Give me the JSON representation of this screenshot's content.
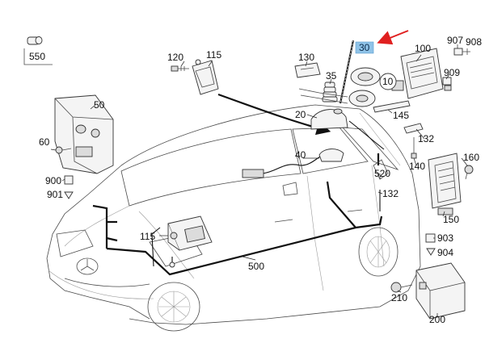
{
  "diagram": {
    "callouts": [
      {
        "id": "550",
        "label": "550"
      },
      {
        "id": "120",
        "label": "120"
      },
      {
        "id": "115a",
        "label": "115"
      },
      {
        "id": "130",
        "label": "130"
      },
      {
        "id": "35",
        "label": "35"
      },
      {
        "id": "30",
        "label": "30",
        "highlighted": true
      },
      {
        "id": "100",
        "label": "100"
      },
      {
        "id": "907",
        "label": "907"
      },
      {
        "id": "908",
        "label": "908"
      },
      {
        "id": "909",
        "label": "909"
      },
      {
        "id": "10",
        "label": "10"
      },
      {
        "id": "50",
        "label": "50"
      },
      {
        "id": "20",
        "label": "20"
      },
      {
        "id": "145",
        "label": "145"
      },
      {
        "id": "132a",
        "label": "132"
      },
      {
        "id": "60",
        "label": "60"
      },
      {
        "id": "40",
        "label": "40"
      },
      {
        "id": "140",
        "label": "140"
      },
      {
        "id": "160",
        "label": "160"
      },
      {
        "id": "520",
        "label": "520"
      },
      {
        "id": "132b",
        "label": "132"
      },
      {
        "id": "900",
        "label": "900"
      },
      {
        "id": "901",
        "label": "901"
      },
      {
        "id": "150",
        "label": "150"
      },
      {
        "id": "115b",
        "label": "115"
      },
      {
        "id": "903",
        "label": "903"
      },
      {
        "id": "904",
        "label": "904"
      },
      {
        "id": "500",
        "label": "500"
      },
      {
        "id": "210",
        "label": "210"
      },
      {
        "id": "200",
        "label": "200"
      }
    ],
    "colors": {
      "highlight": "#8fc3e8",
      "pointer_arrow": "#e02020",
      "line": "#111111"
    }
  }
}
